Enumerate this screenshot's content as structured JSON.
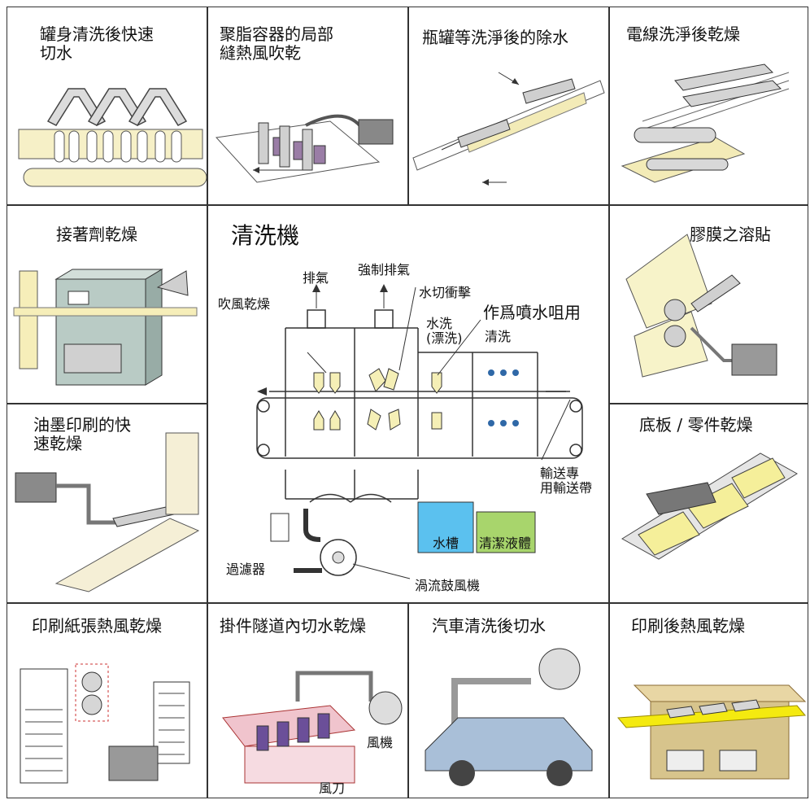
{
  "cells": {
    "can_cut_water": "罐身清洗後快速\n切水",
    "resin_container": "聚脂容器的局部\n縫熱風吹乾",
    "bottle_dewater": "瓶罐等洗淨後的除水",
    "wire_dry": "電線洗淨後乾燥",
    "adhesive_dry": "接著劑乾燥",
    "film_weld": "膠膜之溶貼",
    "ink_dry": "油墨印刷的快\n速乾燥",
    "board_dry": "底板 / 零件乾燥",
    "paper_dry": "印刷紙張熱風乾燥",
    "tunnel_dry": "掛件隧道內切水乾燥",
    "car_cut_water": "汽車清洗後切水",
    "print_hot_dry": "印刷後熱風乾燥"
  },
  "washer": {
    "title": "清洗機",
    "exhaust": "排氣",
    "forced_exhaust": "強制排氣",
    "water_cut_impact": "水切衝擊",
    "blow_dry": "吹風乾燥",
    "rinse": "水洗\n(漂洗)",
    "wash": "清洗",
    "spray_nozzle": "作爲噴水咀用",
    "conveyor": "輸送專\n用輸送帶",
    "water_tank": "水槽",
    "cleaning_fluid": "清潔液體",
    "filter": "過濾器",
    "vortex_blower": "渦流鼓風機"
  },
  "tunnel_labels": {
    "blower": "風機",
    "air_knife": "風刀"
  }
}
